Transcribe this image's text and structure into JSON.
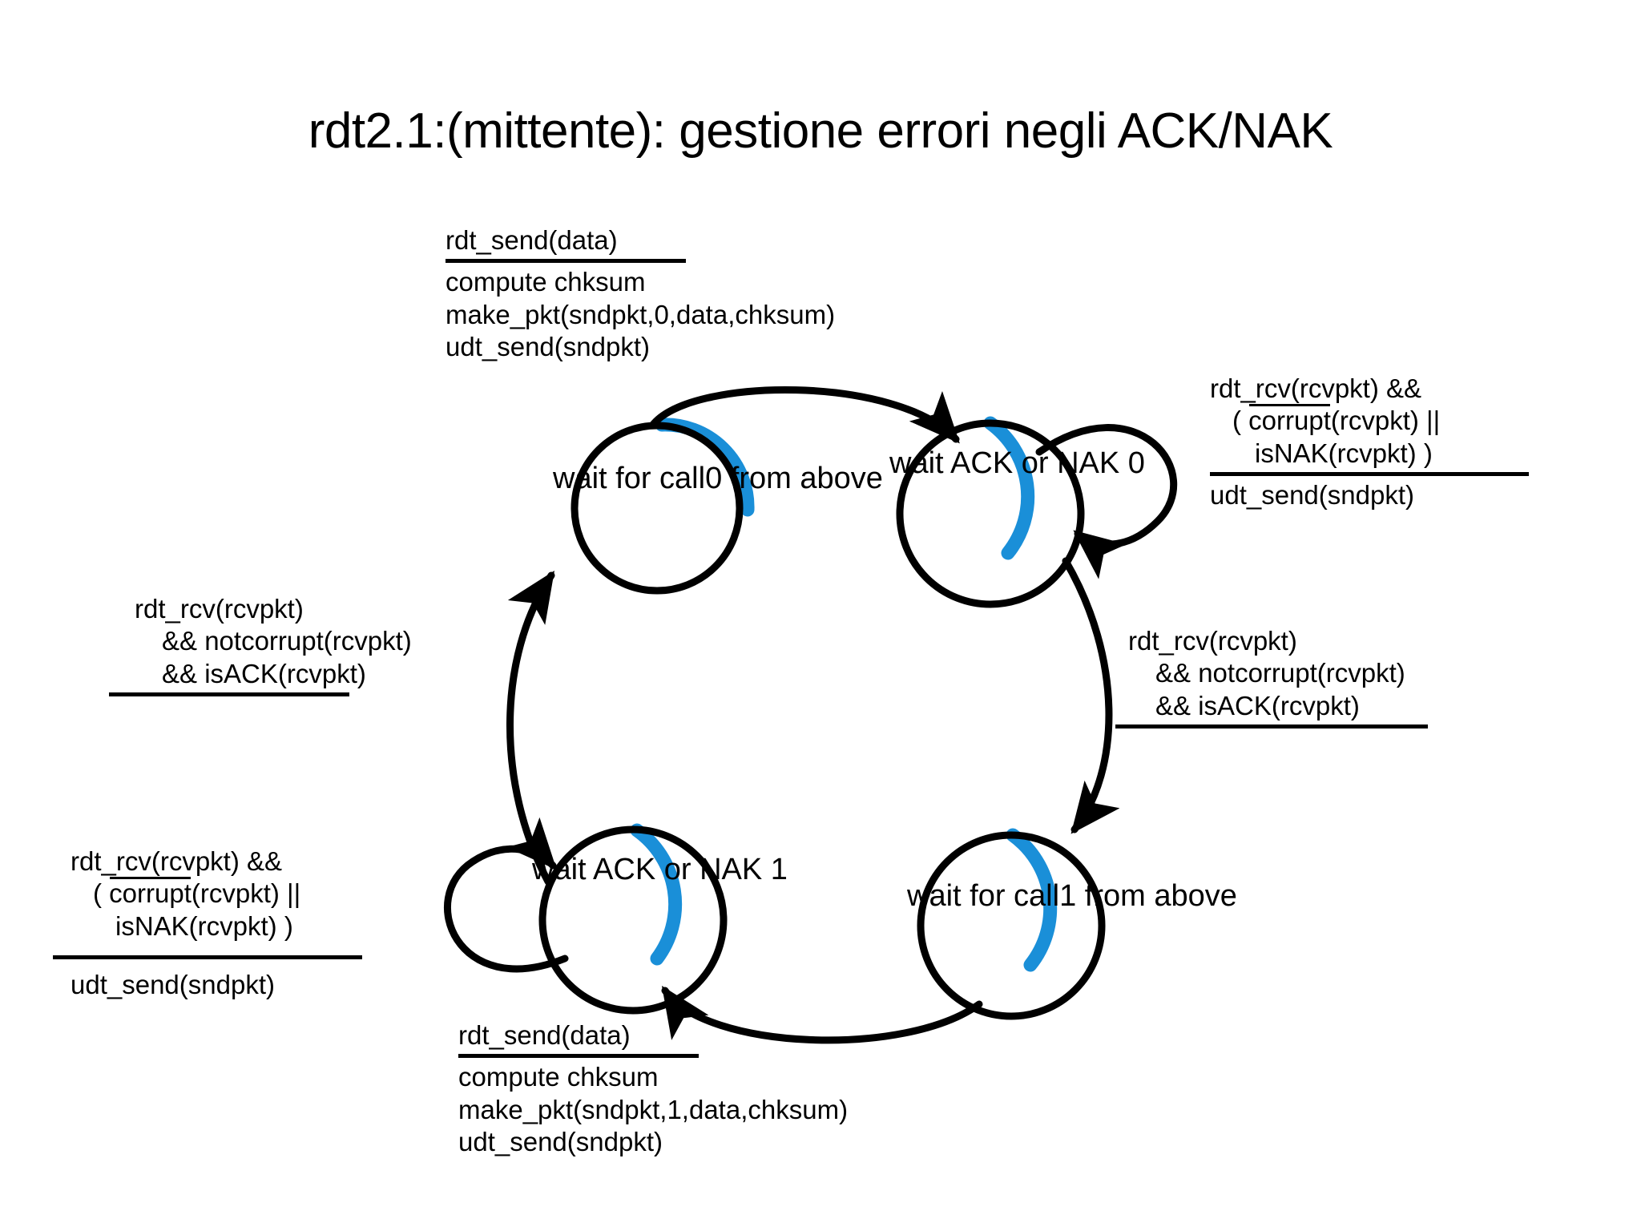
{
  "slide": {
    "title": "rdt2.1:(mittente): gestione errori negli ACK/NAK",
    "background_color": "#ffffff",
    "accent_color": "#1a8fd8",
    "stroke_color": "#000000"
  },
  "states": [
    {
      "id": "wait-call0-above",
      "lines": [
        "wait for",
        "call0 from",
        "above"
      ],
      "position": "top-left"
    },
    {
      "id": "wait-ack-nak-0",
      "lines": [
        "wait",
        "ACK or",
        "NAK",
        "0"
      ],
      "position": "top-right"
    },
    {
      "id": "wait-ack-nak-1",
      "lines": [
        "wait",
        "ACK or",
        "NAK",
        "1"
      ],
      "position": "bottom-left"
    },
    {
      "id": "wait-call1-above",
      "lines": [
        "wait for",
        "call1 from",
        "above"
      ],
      "position": "bottom-right"
    }
  ],
  "transitions": [
    {
      "id": "top-send0",
      "from": "wait-call0-above",
      "to": "wait-ack-nak-0",
      "condition": [
        "rdt_send(data)"
      ],
      "actions": [
        "compute chksum",
        "make_pkt(sndpkt,0,data,chksum)",
        "udt_send(sndpkt)"
      ]
    },
    {
      "id": "selfloop-nak0",
      "from": "wait-ack-nak-0",
      "to": "wait-ack-nak-0",
      "condition": [
        "rdt_rcv(rcvpkt) &&",
        "( corrupt(rcvpkt) ||",
        "isNAK(rcvpkt)  )"
      ],
      "actions": [
        "udt_send(sndpkt)"
      ]
    },
    {
      "id": "ack0-to-call1",
      "from": "wait-ack-nak-0",
      "to": "wait-call1-above",
      "condition": [
        "rdt_rcv(rcvpkt)",
        "&& notcorrupt(rcvpkt)",
        "&& isACK(rcvpkt)"
      ],
      "actions": []
    },
    {
      "id": "bottom-send1",
      "from": "wait-call1-above",
      "to": "wait-ack-nak-1",
      "condition": [
        "rdt_send(data)"
      ],
      "actions": [
        "compute chksum",
        "make_pkt(sndpkt,1,data,chksum)",
        "udt_send(sndpkt)"
      ]
    },
    {
      "id": "selfloop-nak1",
      "from": "wait-ack-nak-1",
      "to": "wait-ack-nak-1",
      "condition": [
        "rdt_rcv(rcvpkt) &&",
        "( corrupt(rcvpkt) ||",
        "isNAK(rcvpkt)  )"
      ],
      "actions": [
        "udt_send(sndpkt)"
      ]
    },
    {
      "id": "ack1-to-call0",
      "from": "wait-ack-nak-1",
      "to": "wait-call0-above",
      "condition": [
        "rdt_rcv(rcvpkt)",
        "&& notcorrupt(rcvpkt)",
        "&& isACK(rcvpkt)"
      ],
      "actions": []
    }
  ],
  "labels": {
    "top": {
      "cond_0": "rdt_send(data)",
      "act_0": "compute chksum",
      "act_1": "make_pkt(sndpkt,0,data,chksum)",
      "act_2": "udt_send(sndpkt)"
    },
    "top_right": {
      "cond_0": "rdt_rcv(rcvpkt) &&",
      "cond_1_pre": "( ",
      "cond_1_over": "corrupt",
      "cond_1_post": "(rcvpkt)  ||",
      "cond_2": "isNAK(rcvpkt)  )",
      "act_0": "udt_send(sndpkt)"
    },
    "left": {
      "cond_0": "rdt_rcv(rcvpkt)",
      "cond_1": "&& notcorrupt(rcvpkt)",
      "cond_2": "&& isACK(rcvpkt)"
    },
    "right": {
      "cond_0": "rdt_rcv(rcvpkt)",
      "cond_1": "&& notcorrupt(rcvpkt)",
      "cond_2": "&& isACK(rcvpkt)"
    },
    "bottom_left": {
      "cond_0": "rdt_rcv(rcvpkt) &&",
      "cond_1_pre": "( ",
      "cond_1_over": "corrupt",
      "cond_1_post": "(rcvpkt)  ||",
      "cond_2": "isNAK(rcvpkt)  )",
      "act_0": "udt_send(sndpkt)"
    },
    "bottom": {
      "cond_0": "rdt_send(data)",
      "act_0": "compute chksum",
      "act_1": "make_pkt(sndpkt,1,data,chksum)",
      "act_2": "udt_send(sndpkt)"
    }
  }
}
